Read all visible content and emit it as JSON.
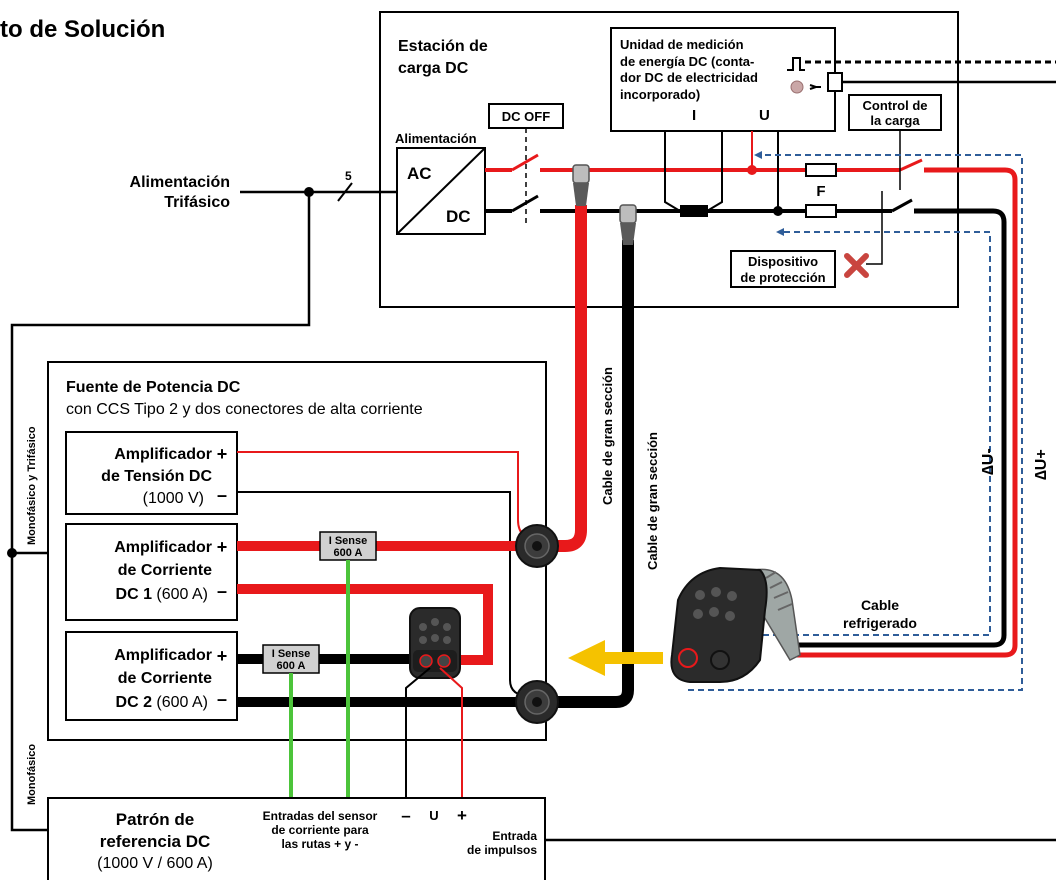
{
  "title": "to de Solución",
  "station": {
    "title_1": "Estación de",
    "title_2": "carga DC",
    "meter_1": "Unidad de medición",
    "meter_2": "de energía DC (conta-",
    "meter_3": "dor DC de electricidad",
    "meter_4": "incorporado)",
    "meter_i": "I",
    "meter_u": "U",
    "dc_off": "DC OFF",
    "alimentacion": "Alimentación",
    "ac": "AC",
    "dc": "DC",
    "f": "F",
    "control_1": "Control de",
    "control_2": "la carga",
    "protect_1": "Dispositivo",
    "protect_2": "de protección"
  },
  "supply": {
    "label_1": "Alimentación",
    "label_2": "Trifásico",
    "wire_count": "5"
  },
  "cables": {
    "cable_1": "Cable de gran sección",
    "cable_2": "Cable de gran sección",
    "cooled_1": "Cable",
    "cooled_2": "refrigerado",
    "du_minus": "∆U-",
    "du_plus": "∆U+"
  },
  "source": {
    "title": "Fuente de Potencia DC",
    "subtitle": "con CCS Tipo 2 y dos conectores de alta corriente",
    "volt_1": "Amplificador",
    "volt_2": "de Tensión DC",
    "volt_3": "(1000 V)",
    "cur1_1": "Amplificador",
    "cur1_2": "de Corriente",
    "cur1_3b": "DC 1",
    "cur1_3": " (600 A)",
    "cur2_1": "Amplificador",
    "cur2_2": "de Corriente",
    "cur2_3b": "DC 2",
    "cur2_3": " (600 A)",
    "plus": "+",
    "minus": "–",
    "isense_1": "I Sense",
    "isense_2": "600 A"
  },
  "side": {
    "mono_tri": "Monofásico y Trifásico",
    "mono": "Monofásico"
  },
  "reference": {
    "title_1": "Patrón de",
    "title_2": "referencia DC",
    "spec": "(1000 V / 600 A)",
    "sensor_1": "Entradas del sensor",
    "sensor_2": "de corriente para",
    "sensor_3": "las rutas + y -",
    "minus": "–",
    "u": "U",
    "plus": "+",
    "pulse_1": "Entrada",
    "pulse_2": "de impulsos"
  }
}
